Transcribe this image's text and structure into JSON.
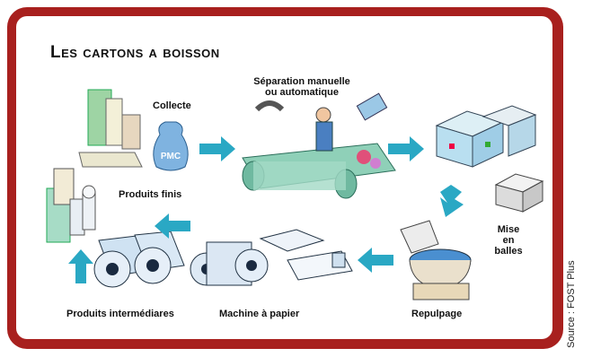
{
  "title": "Les cartons a boisson",
  "steps": {
    "collecte": "Collecte",
    "pmc": "PMC",
    "separation_line1": "Séparation manuelle",
    "separation_line2": "ou  automatique",
    "mise_line1": "Mise",
    "mise_line2": "en",
    "mise_line3": "balles",
    "repulpage": "Repulpage",
    "machine": "Machine à papier",
    "intermediaires": "Produits intermédiares",
    "finis": "Produits finis"
  },
  "source": "Source : FOST Plus",
  "colors": {
    "frame": "#a8201e",
    "arrow": "#2aa8c4"
  }
}
